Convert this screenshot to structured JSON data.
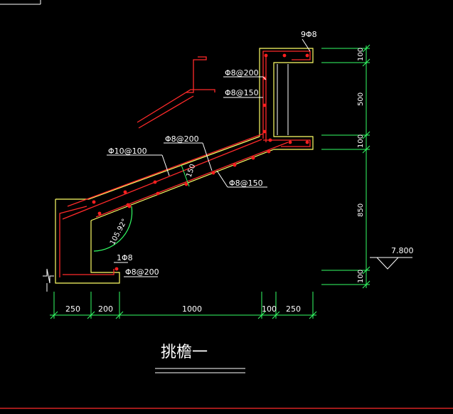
{
  "colors": {
    "background": "#000000",
    "concrete": "#ffff66",
    "rebar": "#ff2a2a",
    "white": "#ffffff",
    "dimension": "#33ff66",
    "text": "#ffffff"
  },
  "labels": {
    "top_rebar": "9Φ8",
    "stirrup_top": "Φ8@200",
    "stirrup_mid": "Φ8@150",
    "slab_dist": "Φ8@200",
    "slab_main": "Φ10@100",
    "thickness": "150",
    "slab_bottom": "Φ8@150",
    "angle": "105.92°",
    "edge_bar": "1Φ8",
    "bottom_stirrup": "Φ8@200",
    "elevation": "7.800"
  },
  "dims": {
    "bottom": [
      "250",
      "200",
      "1000",
      "100",
      "250"
    ],
    "right": [
      "100",
      "500",
      "100",
      "850",
      "100"
    ]
  },
  "title": "挑檐一"
}
